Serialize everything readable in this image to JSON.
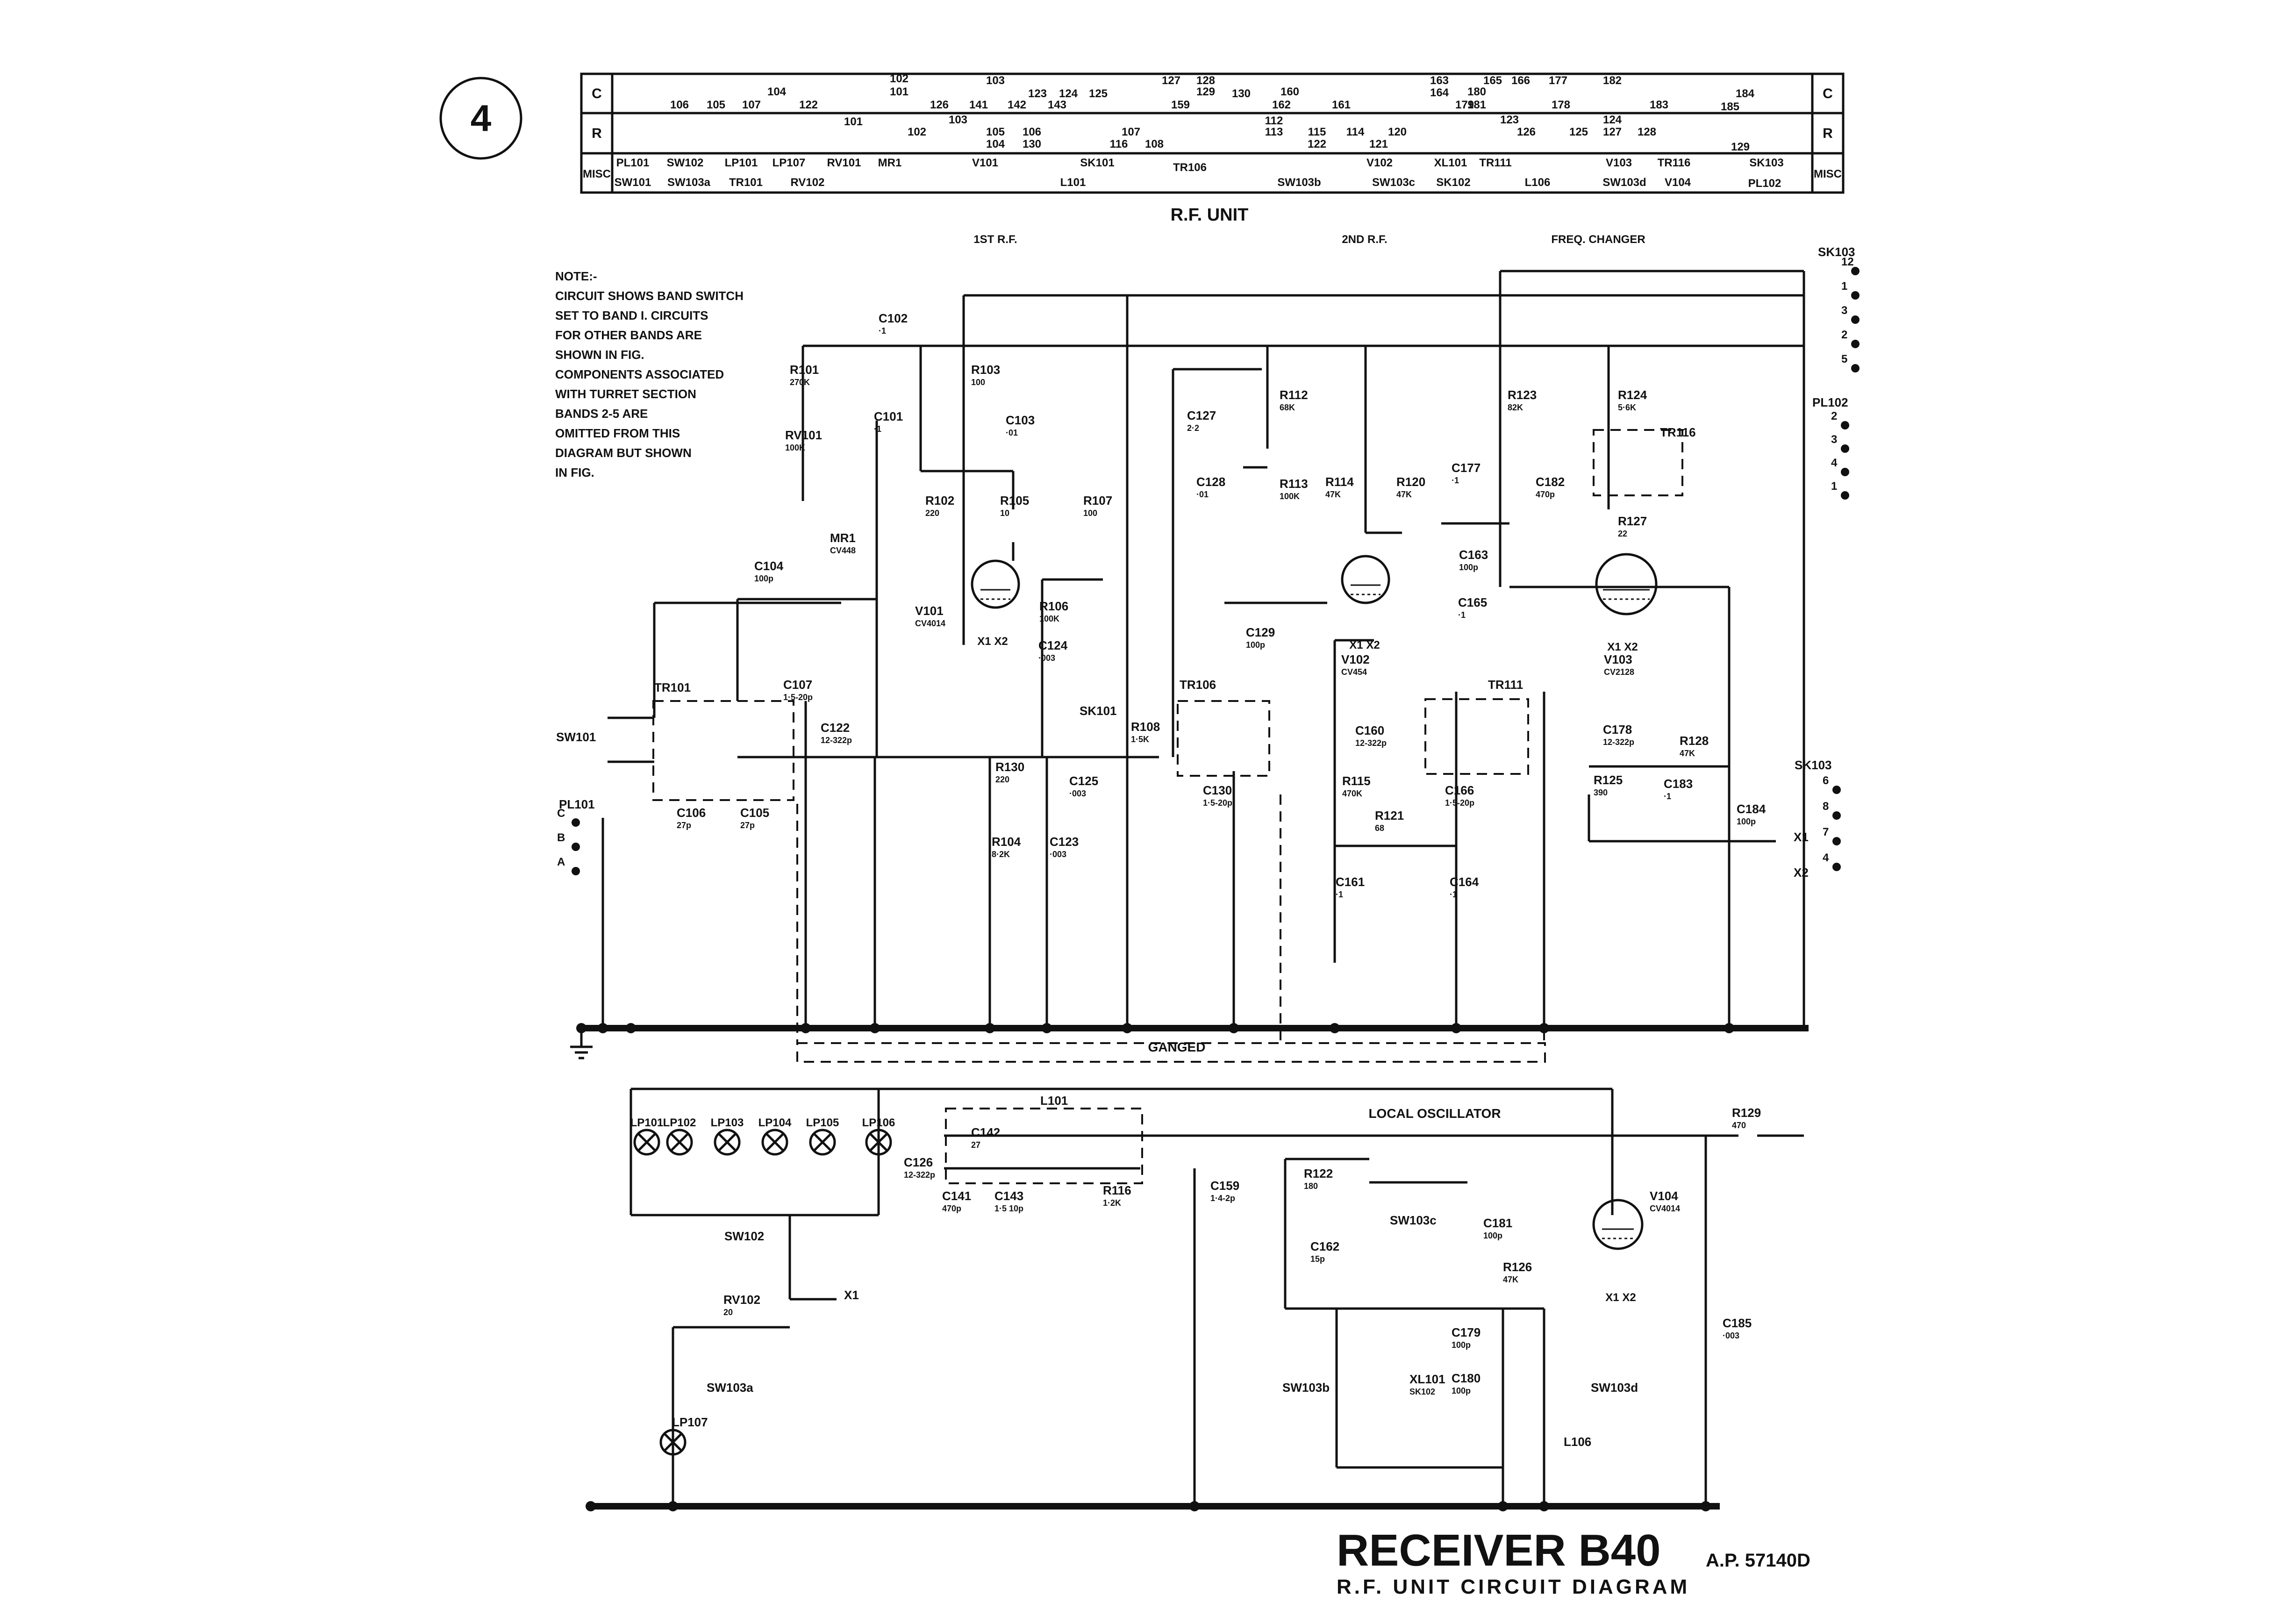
{
  "sheet_number": "4",
  "header_table": {
    "row_labels": [
      "C",
      "R",
      "MISC"
    ],
    "c_refs": [
      "102",
      "101",
      "103",
      "104",
      "106",
      "105",
      "107",
      "122",
      "126",
      "141",
      "142",
      "123",
      "124",
      "143",
      "125",
      "127",
      "128",
      "159",
      "129",
      "130",
      "160",
      "162",
      "161",
      "163",
      "164",
      "165",
      "166",
      "180",
      "181",
      "177",
      "179",
      "178",
      "182",
      "183",
      "184",
      "185"
    ],
    "r_refs": [
      "101",
      "102",
      "103",
      "105",
      "104",
      "106",
      "130",
      "107",
      "116",
      "108",
      "112",
      "113",
      "115",
      "122",
      "114",
      "121",
      "120",
      "123",
      "126",
      "125",
      "124",
      "127",
      "128",
      "129"
    ],
    "misc_top": [
      "PL101",
      "SW102",
      "LP101",
      "LP107",
      "RV101",
      "MR1",
      "V101",
      "SK101",
      "TR106",
      "V102",
      "XL101",
      "TR111",
      "V103",
      "TR116",
      "SK103"
    ],
    "misc_bottom": [
      "SW101",
      "SW103a",
      "TR101",
      "RV102",
      "L101",
      "SW103b",
      "SW103c",
      "SK102",
      "L106",
      "SW103d",
      "V104",
      "PL102"
    ]
  },
  "title": "R.F. UNIT",
  "section_labels": [
    "1ST R.F.",
    "2ND R.F.",
    "FREQ. CHANGER"
  ],
  "note": [
    "NOTE:-",
    "CIRCUIT SHOWS BAND SWITCH",
    "SET TO BAND I. CIRCUITS",
    "FOR OTHER BANDS ARE",
    "SHOWN IN FIG.",
    "COMPONENTS ASSOCIATED",
    "WITH TURRET SECTION",
    "BANDS 2-5 ARE",
    "OMITTED FROM THIS",
    "DIAGRAM BUT SHOWN",
    "IN FIG."
  ],
  "components": {
    "C102": [
      "C102",
      "·1"
    ],
    "R101": [
      "R101",
      "270K"
    ],
    "RV101": [
      "RV101",
      "100K"
    ],
    "C101": [
      "C101",
      "·1"
    ],
    "R103": [
      "R103",
      "100"
    ],
    "C103": [
      "C103",
      "·01"
    ],
    "R102": [
      "R102",
      "220"
    ],
    "MR1": [
      "MR1",
      "CV448"
    ],
    "R105": [
      "R105",
      "10"
    ],
    "R107": [
      "R107",
      "100"
    ],
    "C104": [
      "C104",
      "100p"
    ],
    "V101": [
      "V101",
      "CV4014"
    ],
    "R106": [
      "R106",
      "100K"
    ],
    "C124": [
      "C124",
      "·003"
    ],
    "SK101": [
      "SK101"
    ],
    "C127": [
      "C127",
      "2·2"
    ],
    "R112": [
      "R112",
      "68K"
    ],
    "C128": [
      "C128",
      "·01"
    ],
    "R113": [
      "R113",
      "100K"
    ],
    "R114": [
      "R114",
      "47K"
    ],
    "R120": [
      "R120",
      "47K"
    ],
    "R123": [
      "R123",
      "82K"
    ],
    "R124": [
      "R124",
      "5·6K"
    ],
    "TR116": [
      "TR116"
    ],
    "C177": [
      "C177",
      "·1"
    ],
    "C182": [
      "C182",
      "470p"
    ],
    "R127": [
      "R127",
      "22"
    ],
    "C163": [
      "C163",
      "100p"
    ],
    "C165": [
      "C165",
      "·1"
    ],
    "V102": [
      "V102",
      "CV454"
    ],
    "V103": [
      "V103",
      "CV2128"
    ],
    "C129": [
      "C129",
      "100p"
    ],
    "TR101": [
      "TR101"
    ],
    "C107": [
      "C107",
      "1·5-20p"
    ],
    "C122": [
      "C122",
      "12-322p"
    ],
    "C106": [
      "C106",
      "27p"
    ],
    "C105": [
      "C105",
      "27p"
    ],
    "R130": [
      "R130",
      "220"
    ],
    "C125": [
      "C125",
      "·003"
    ],
    "R104": [
      "R104",
      "8·2K"
    ],
    "C123": [
      "C123",
      "·003"
    ],
    "TR106": [
      "TR106"
    ],
    "R108": [
      "R108",
      "1·5K"
    ],
    "C130": [
      "C130",
      "1·5-20p"
    ],
    "C160": [
      "C160",
      "12-322p"
    ],
    "R115": [
      "R115",
      "470K"
    ],
    "TR111": [
      "TR111"
    ],
    "C166": [
      "C166",
      "1·5-20p"
    ],
    "C178": [
      "C178",
      "12-322p"
    ],
    "R128": [
      "R128",
      "47K"
    ],
    "R125": [
      "R125",
      "390"
    ],
    "C183": [
      "C183",
      "·1"
    ],
    "C184": [
      "C184",
      "100p"
    ],
    "R121": [
      "R121",
      "68"
    ],
    "C161": [
      "C161",
      "·1"
    ],
    "C164": [
      "C164",
      "·1"
    ],
    "L101": [
      "L101"
    ],
    "C126": [
      "C126",
      "12-322p"
    ],
    "C142": [
      "C142",
      "27"
    ],
    "C141": [
      "C141",
      "470p"
    ],
    "C143": [
      "C143",
      "1·5 10p"
    ],
    "R116": [
      "R116",
      "1·2K"
    ],
    "C159": [
      "C159",
      "1·4-2p"
    ],
    "R122": [
      "R122",
      "180"
    ],
    "C162": [
      "C162",
      "15p"
    ],
    "SW103c": [
      "SW103c"
    ],
    "C181": [
      "C181",
      "100p"
    ],
    "R126": [
      "R126",
      "47K"
    ],
    "R129": [
      "R129",
      "470"
    ],
    "V104": [
      "V104",
      "CV4014"
    ],
    "C185": [
      "C185",
      "·003"
    ],
    "C179": [
      "C179",
      "100p"
    ],
    "C180": [
      "C180",
      "100p"
    ],
    "XL101": [
      "XL101",
      "SK102"
    ],
    "L106": [
      "L106"
    ],
    "SW103b": [
      "SW103b"
    ],
    "SW103d": [
      "SW103d"
    ],
    "SW102": [
      "SW102"
    ],
    "RV102": [
      "RV102",
      "20"
    ],
    "SW103a": [
      "SW103a"
    ],
    "LP107": [
      "LP107"
    ]
  },
  "lamps": [
    "LP101",
    "LP102",
    "LP103",
    "LP104",
    "LP105",
    "LP106"
  ],
  "connectors": {
    "SK103_top": "SK103",
    "SK103_top_pins": [
      "12",
      "1",
      "3",
      "2",
      "5"
    ],
    "PL102": "PL102",
    "PL102_pins": [
      "2",
      "3",
      "4",
      "1"
    ],
    "SK103_bottom": "SK103",
    "SK103_bottom_pins": [
      "6",
      "8",
      "7",
      "4"
    ],
    "PL101": "PL101",
    "PL101_pins": [
      "C",
      "B",
      "A"
    ],
    "SW101": "SW101"
  },
  "signal_labels": [
    "GANGED",
    "LOCAL OSCILLATOR",
    "X1",
    "X2",
    "X1 X2",
    "X1"
  ],
  "footer": {
    "title": "RECEIVER  B40",
    "ref": "A.P. 57140D",
    "subtitle": "R.F.  UNIT  CIRCUIT  DIAGRAM"
  }
}
